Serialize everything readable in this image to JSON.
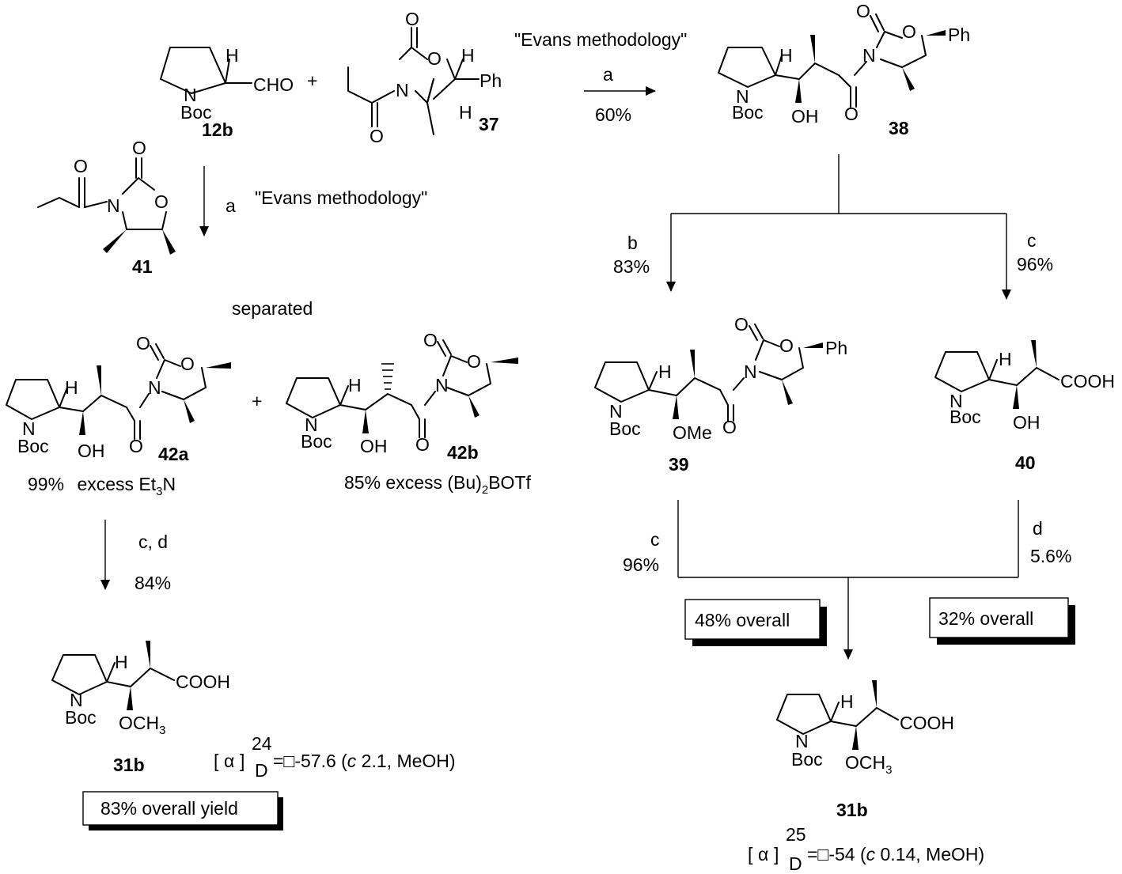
{
  "atoms": {
    "N": "N",
    "H": "H",
    "O": "O",
    "Boc": "Boc",
    "CHO": "CHO",
    "Ph": "Ph",
    "OH": "OH",
    "OMe": "OMe",
    "COOH": "COOH",
    "OCH": "OCH",
    "sub3": "3",
    "Et": "Et",
    "Bu": "Bu",
    "BOTf": "BOTf",
    "sub2": "2"
  },
  "compounds": {
    "c12b": "12b",
    "c37": "37",
    "c38": "38",
    "c41": "41",
    "c42a": "42a",
    "c42b": "42b",
    "c39": "39",
    "c40": "40",
    "c31b_left": "31b",
    "c31b_right": "31b"
  },
  "text": {
    "plus": "+",
    "evans_top": "\"Evans methodology\"",
    "evans_left": "\"Evans methodology\"",
    "separated": "separated",
    "excess_left_yield": "99%",
    "excess_left_text": "excess Et",
    "excess_left_end": "N",
    "excess_right_pre": "85% excess (Bu)",
    "excess_right_end": "BOTf"
  },
  "steps": {
    "top_label": "a",
    "top_yield": "60%",
    "left_label": "a",
    "b_label": "b",
    "b_yield": "83%",
    "c_label": "c",
    "c_yield": "96%",
    "cd_label": "c, d",
    "cd_yield": "84%",
    "c2_label": "c",
    "c2_yield": "96%",
    "d_label": "d",
    "d_yield": "5.6%"
  },
  "boxes": {
    "overall_48": "48% overall",
    "overall_32": "32% overall",
    "overall_83": "83% overall yield"
  },
  "rotation": {
    "alpha": "α",
    "left": {
      "temp": "24",
      "D": "D",
      "value": "=□-57.6 (",
      "c": "c",
      "rest": " 2.1, MeOH)"
    },
    "right": {
      "temp": "25",
      "D": "D",
      "value": "=□-54 (",
      "c": "c",
      "rest": " 0.14, MeOH)"
    }
  }
}
